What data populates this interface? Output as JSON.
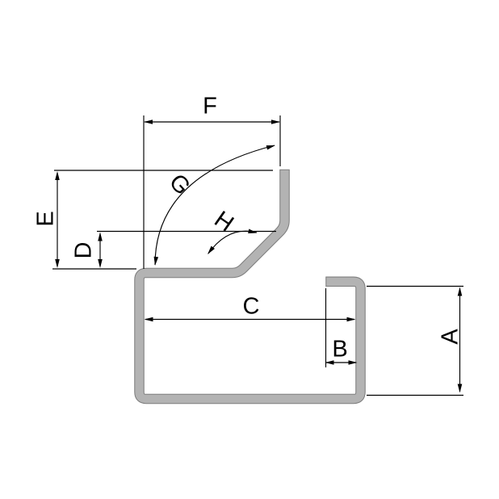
{
  "diagram": {
    "type": "cold-formed-profile-cross-section",
    "description": "Dimension sketch of a bent sheet-metal edge profile with labelled dimensions",
    "dimension_labels": {
      "A": "A",
      "B": "B",
      "C": "C",
      "D": "D",
      "E": "E",
      "F": "F",
      "G": "G",
      "H": "H"
    },
    "colors": {
      "background": "#ffffff",
      "profile_fill": "#b3b3b3",
      "profile_outline": "#7e7e7e",
      "line_color": "#000000",
      "label_color": "#000000"
    }
  }
}
